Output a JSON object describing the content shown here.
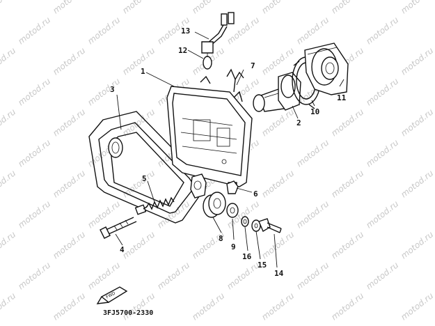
{
  "watermark": "motod.ru",
  "diagram_code": "3FJ5700-2330",
  "fwd_mark": "FWD",
  "callouts": [
    {
      "id": "1",
      "label": "1"
    },
    {
      "id": "2",
      "label": "2"
    },
    {
      "id": "3",
      "label": "3"
    },
    {
      "id": "4",
      "label": "4"
    },
    {
      "id": "5",
      "label": "5"
    },
    {
      "id": "6",
      "label": "6"
    },
    {
      "id": "7",
      "label": "7"
    },
    {
      "id": "8",
      "label": "8"
    },
    {
      "id": "9",
      "label": "9"
    },
    {
      "id": "10",
      "label": "10"
    },
    {
      "id": "11",
      "label": "11"
    },
    {
      "id": "12",
      "label": "12"
    },
    {
      "id": "13",
      "label": "13"
    },
    {
      "id": "15",
      "label": "15"
    },
    {
      "id": "16",
      "label": "16"
    },
    {
      "id": "14",
      "label": "14"
    }
  ]
}
